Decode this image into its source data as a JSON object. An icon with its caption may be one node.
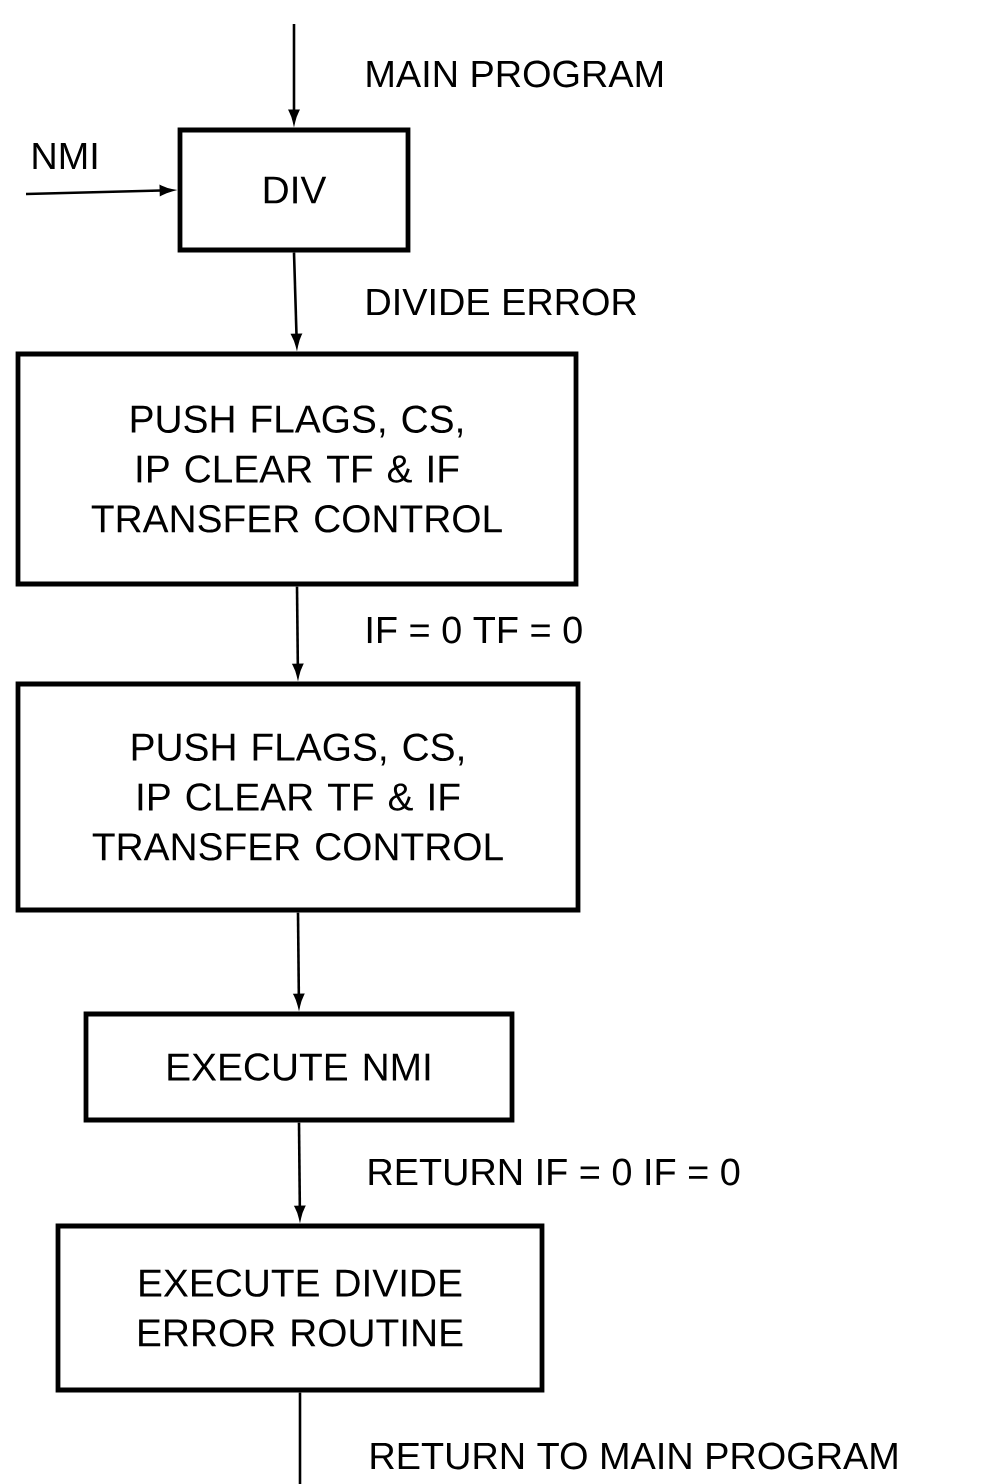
{
  "diagram": {
    "nodes": [
      {
        "text": [
          "DIV"
        ]
      },
      {
        "text": [
          "PUSH FLAGS, CS, IP CLEAR TF & IF TRANSFER CONTROL"
        ]
      },
      {
        "text": [
          "PUSH FLAGS, CS, IP CLEAR TF & IF TRANSFER CONTROL"
        ]
      },
      {
        "text": [
          "EXECUTE NMI"
        ]
      },
      {
        "text": [
          "EXECUTE DIVIDE ERROR ROUTINE"
        ]
      }
    ],
    "edges": [
      {
        "from": null,
        "to": 0,
        "arrow": "to",
        "label": "MAIN PROGRAM"
      },
      {
        "from": null,
        "to": 0,
        "arrow": "to",
        "label": "NMI"
      },
      {
        "from": 0,
        "to": 1,
        "arrow": "to",
        "label": "DIVIDE ERROR"
      },
      {
        "from": 1,
        "to": 2,
        "arrow": "to",
        "label": "IF = 0 TF = 0"
      },
      {
        "from": 2,
        "to": 3,
        "arrow": "to"
      },
      {
        "from": 3,
        "to": 4,
        "arrow": "to",
        "label": "RETURN IF = 0 IF = 0"
      },
      {
        "from": 4,
        "to": null,
        "arrow": "none",
        "label": "RETURN TO MAIN PROGRAM"
      }
    ]
  }
}
